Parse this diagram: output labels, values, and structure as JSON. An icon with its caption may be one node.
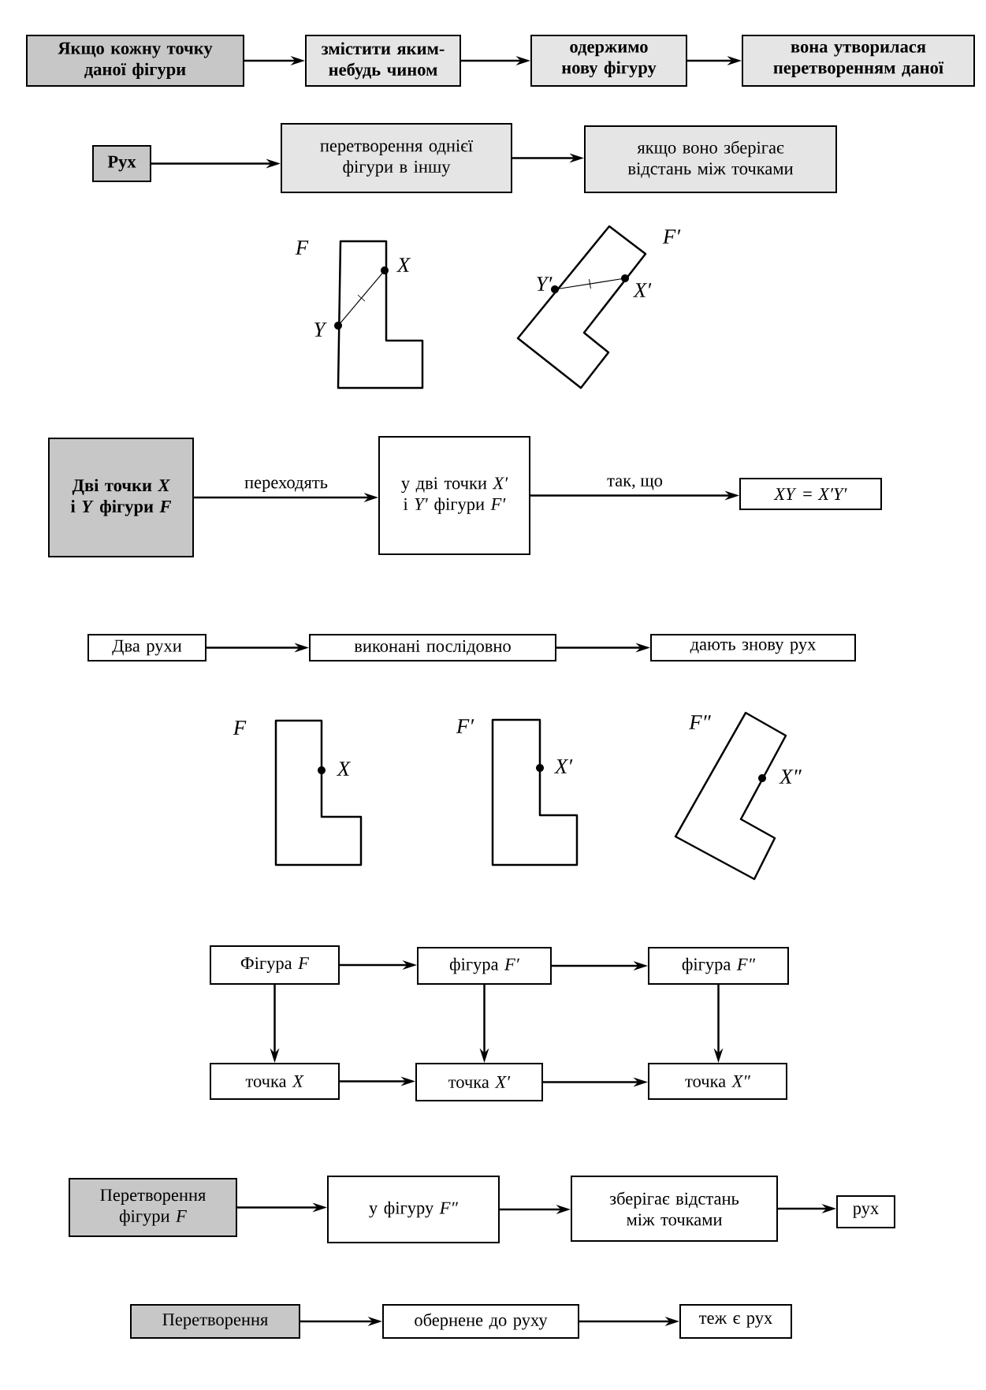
{
  "diagram": {
    "nodes": [
      {
        "text": [
          "Якщо кожну точку даної фігури"
        ]
      },
      {
        "text": [
          "змістити яким-небудь чином"
        ]
      },
      {
        "text": [
          "одержимо нову фігуру"
        ]
      },
      {
        "text": [
          "вона утворилася перетворенням даної"
        ]
      },
      {
        "text": [
          "Рух"
        ]
      },
      {
        "text": [
          "перетворення однієї фігури в іншу"
        ]
      },
      {
        "text": [
          "якщо воно зберігає відстань між точками"
        ]
      },
      {
        "text": [
          "Дві точки *X* і *Y* фігури *F*"
        ]
      },
      {
        "text": [
          "у дві точки *X′* і *Y′* фігури *F′*"
        ]
      },
      {
        "text": [
          "*XY* = *X′Y′*"
        ]
      },
      {
        "text": [
          "Два рухи"
        ]
      },
      {
        "text": [
          "виконані послідовно"
        ]
      },
      {
        "text": [
          "дають знову рух"
        ]
      },
      {
        "text": [
          "Фігура *F*"
        ]
      },
      {
        "text": [
          "фігура *F′*"
        ]
      },
      {
        "text": [
          "фігура *F″*"
        ]
      },
      {
        "text": [
          "точка *X*"
        ]
      },
      {
        "text": [
          "точка *X′*"
        ]
      },
      {
        "text": [
          "точка *X″*"
        ]
      },
      {
        "text": [
          "Перетворення фігури *F*"
        ]
      },
      {
        "text": [
          "у фігуру *F″*"
        ]
      },
      {
        "text": [
          "зберігає відстань між точками"
        ]
      },
      {
        "text": [
          "рух"
        ]
      },
      {
        "text": [
          "Перетворення"
        ]
      },
      {
        "text": [
          "обернене до руху"
        ]
      },
      {
        "text": [
          "теж є рух"
        ]
      }
    ],
    "edges": [
      {
        "from": 0,
        "to": 1,
        "arrow": "to"
      },
      {
        "from": 1,
        "to": 2,
        "arrow": "to"
      },
      {
        "from": 2,
        "to": 3,
        "arrow": "to"
      },
      {
        "from": 4,
        "to": 5,
        "arrow": "to"
      },
      {
        "from": 5,
        "to": 6,
        "arrow": "to"
      },
      {
        "from": 7,
        "to": 8,
        "arrow": "to",
        "label": "переходять"
      },
      {
        "from": 8,
        "to": 9,
        "arrow": "to",
        "label": "так, що"
      },
      {
        "from": 10,
        "to": 11,
        "arrow": "to"
      },
      {
        "from": 11,
        "to": 12,
        "arrow": "to"
      },
      {
        "from": 13,
        "to": 14,
        "arrow": "to"
      },
      {
        "from": 14,
        "to": 15,
        "arrow": "to"
      },
      {
        "from": 13,
        "to": 16,
        "arrow": "to"
      },
      {
        "from": 14,
        "to": 17,
        "arrow": "to"
      },
      {
        "from": 15,
        "to": 18,
        "arrow": "to"
      },
      {
        "from": 16,
        "to": 17,
        "arrow": "to"
      },
      {
        "from": 17,
        "to": 18,
        "arrow": "to"
      },
      {
        "from": 19,
        "to": 20,
        "arrow": "to"
      },
      {
        "from": 20,
        "to": 21,
        "arrow": "to"
      },
      {
        "from": 21,
        "to": 22,
        "arrow": "to"
      },
      {
        "from": 23,
        "to": 24,
        "arrow": "to"
      },
      {
        "from": 24,
        "to": 25,
        "arrow": "to"
      }
    ],
    "labels": [
      "F",
      "X",
      "Y",
      "F′",
      "Y′",
      "X′",
      "F",
      "X",
      "F′",
      "X′",
      "F″",
      "X″"
    ]
  }
}
